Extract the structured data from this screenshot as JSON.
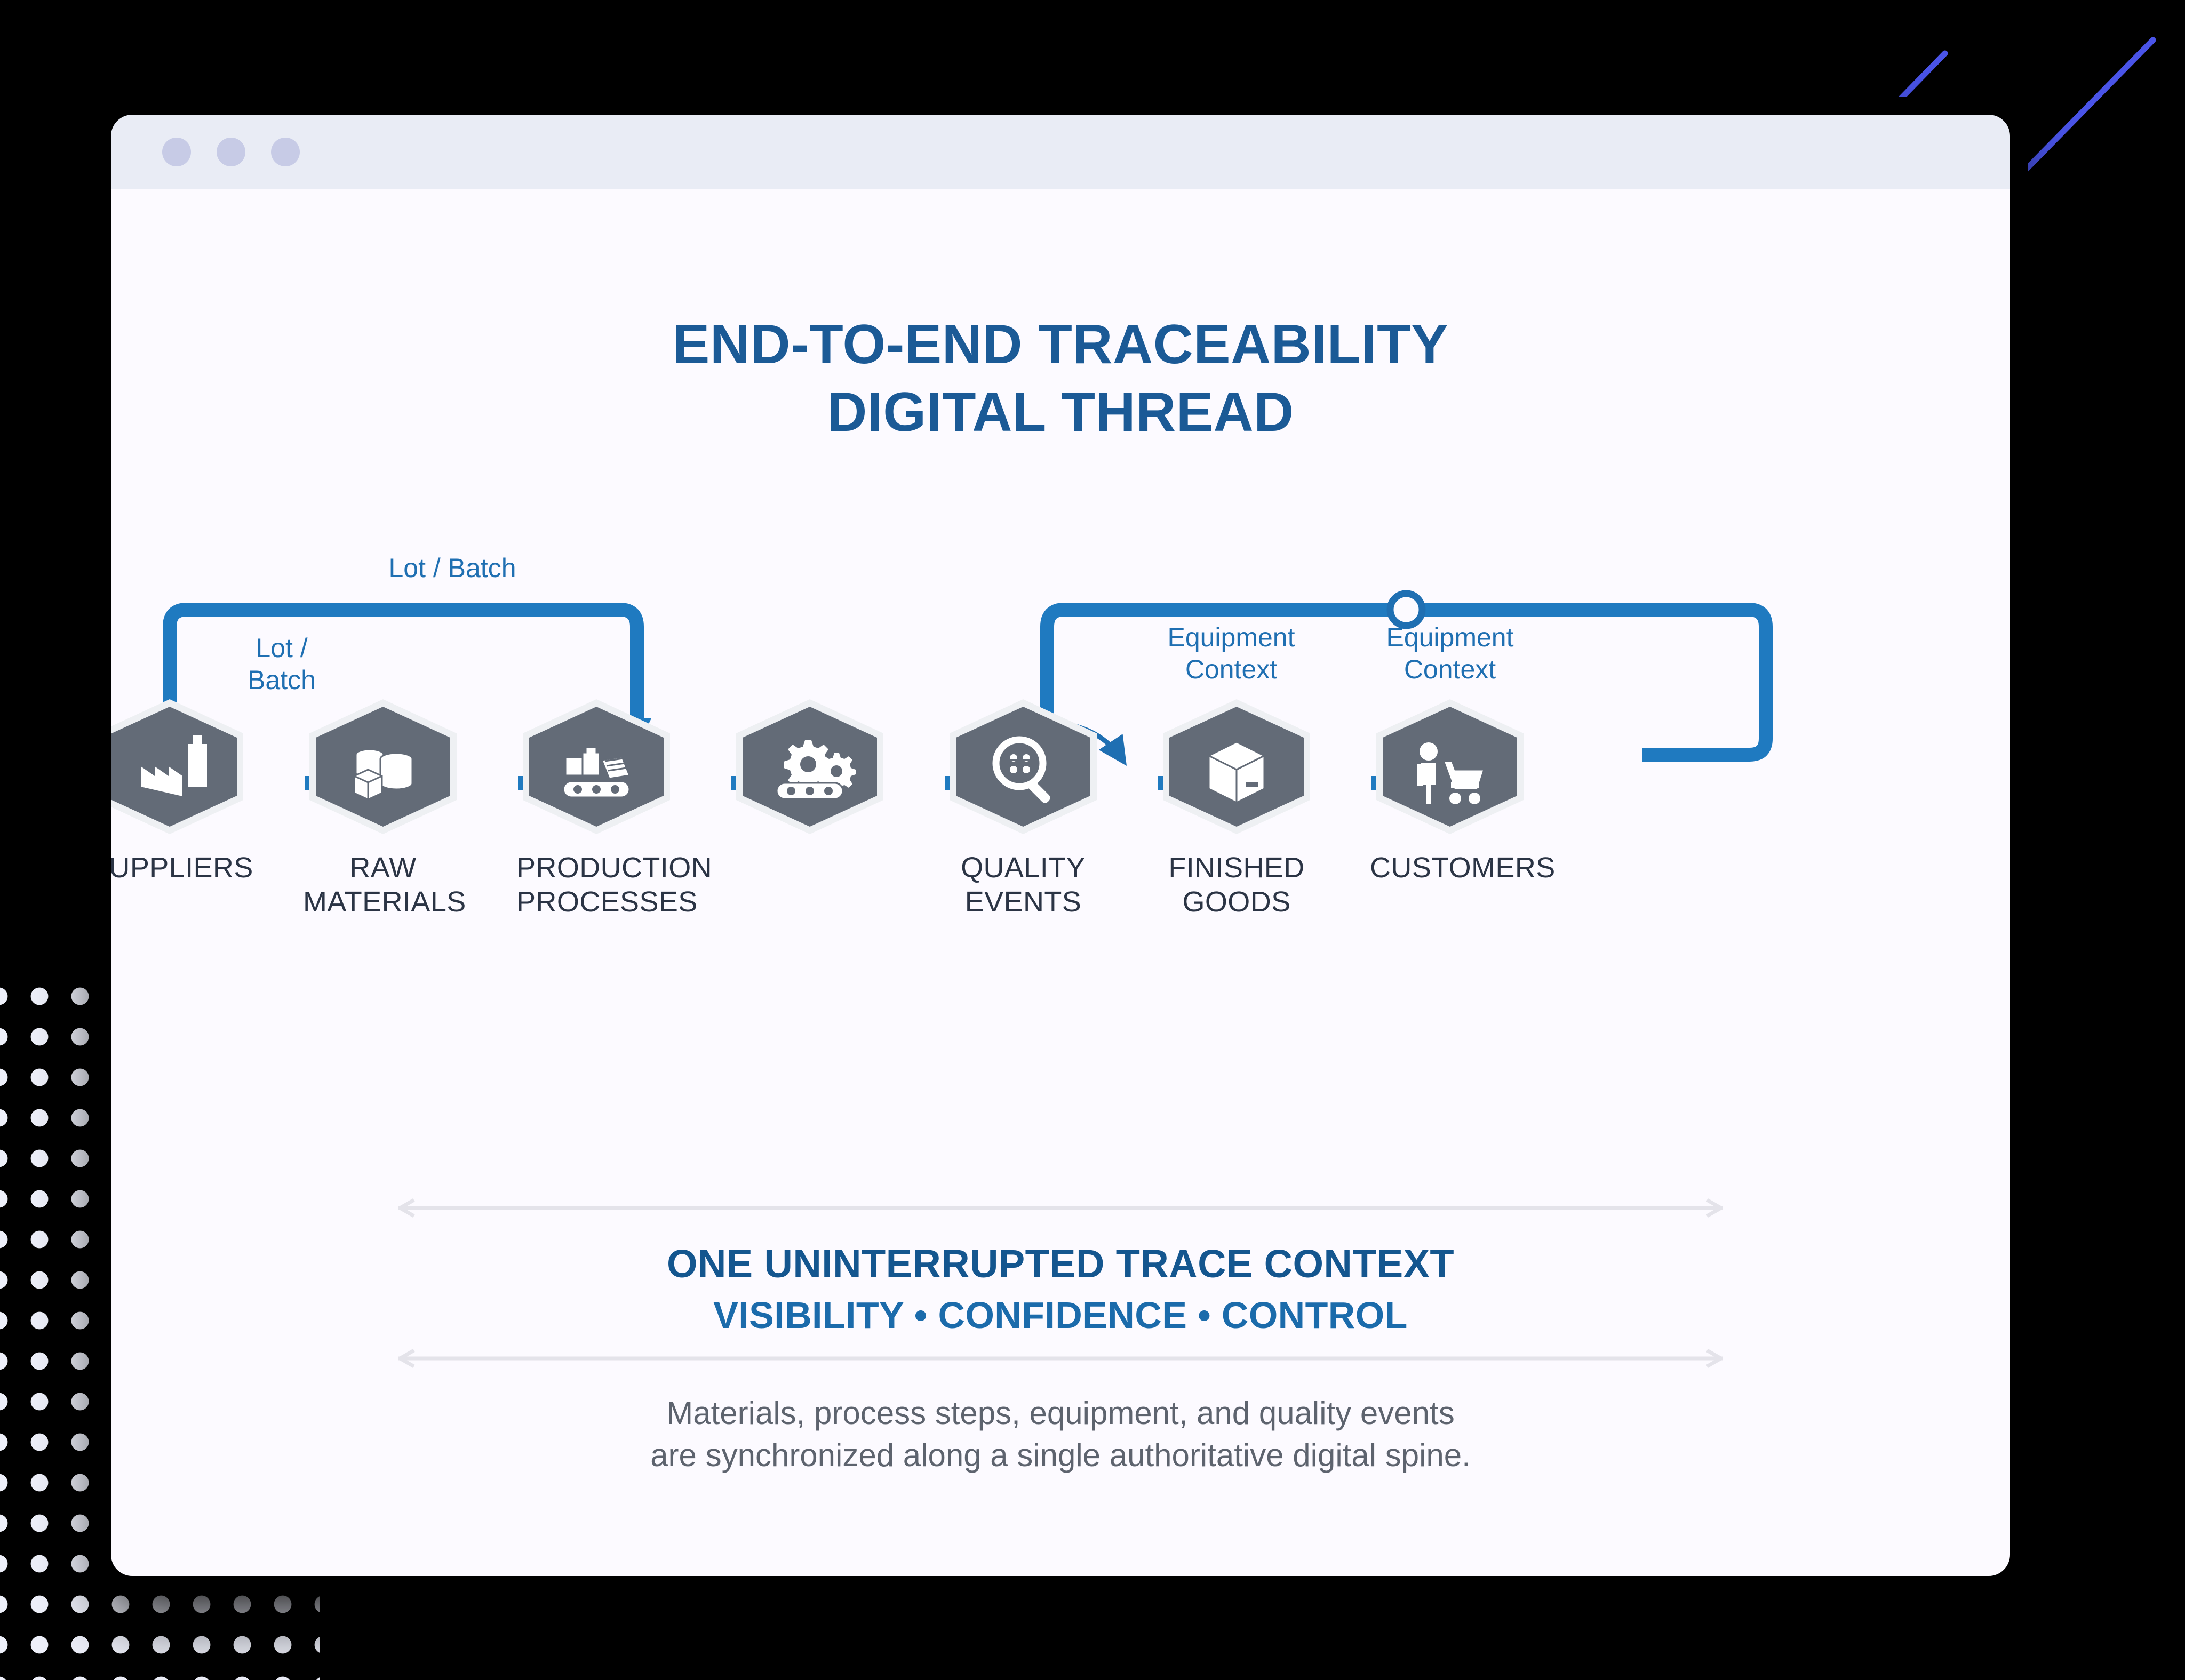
{
  "window": {
    "dots": [
      "traffic-dot-1",
      "traffic-dot-2",
      "traffic-dot-3"
    ]
  },
  "heading": {
    "line1": "END-TO-END TRACEABILITY",
    "line2": "DIGITAL THREAD"
  },
  "diagram": {
    "nodes": [
      {
        "id": "suppliers",
        "label": "SUPPLIERS",
        "icon": "factory-icon"
      },
      {
        "id": "raw-materials",
        "label": "RAW\nMATERIALS",
        "icon": "barrels-boxes-icon"
      },
      {
        "id": "production-processes",
        "label": "PRODUCTION\nPROCESSES",
        "icon": "conveyor-packages-icon"
      },
      {
        "id": "equipment",
        "label": "",
        "icon": "gears-conveyor-icon"
      },
      {
        "id": "quality-events",
        "label": "QUALITY\nEVENTS",
        "icon": "magnifier-inspect-icon"
      },
      {
        "id": "finished-goods",
        "label": "FINISHED\nGOODS",
        "icon": "package-box-icon"
      },
      {
        "id": "customers",
        "label": "CUSTOMERS",
        "icon": "shopper-cart-icon"
      }
    ],
    "edge_labels": [
      {
        "id": "lot-batch-short",
        "text": "Lot /\nBatch"
      },
      {
        "id": "lot-batch-long",
        "text": "Lot / Batch"
      },
      {
        "id": "equipment-context-left",
        "text": "Equipment\nContext"
      },
      {
        "id": "equipment-context-right",
        "text": "Equipment\nContext"
      }
    ]
  },
  "footer": {
    "trace_line1": "ONE UNINTERRUPTED TRACE CONTEXT",
    "trace_line2": "VISIBILITY • CONFIDENCE • CONTROL",
    "caption_line1": "Materials, process steps, equipment, and quality events",
    "caption_line2": "are synchronized along a single authoritative digital spine."
  },
  "colors": {
    "accent_blue": "#1f7ac0",
    "deep_blue": "#14568f",
    "hex_grey": "#636b77",
    "canvas": "#fcfaff",
    "titlebar": "#e9ecf5",
    "deco_line": "#4a54e8"
  }
}
